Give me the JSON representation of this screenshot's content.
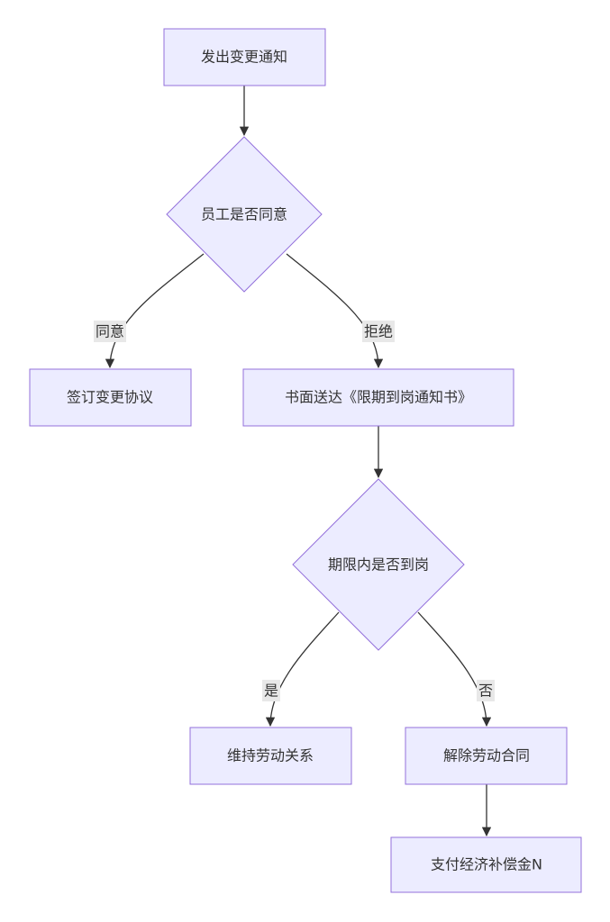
{
  "nodes": {
    "send_notice": "发出变更通知",
    "employee_agree": "员工是否同意",
    "sign_agreement": "签订变更协议",
    "deliver_notice": "书面送达《限期到岗通知书》",
    "report_in_time": "期限内是否到岗",
    "maintain_relation": "维持劳动关系",
    "terminate_contract": "解除劳动合同",
    "pay_compensation": "支付经济补偿金N"
  },
  "edges": {
    "agree": "同意",
    "refuse": "拒绝",
    "yes": "是",
    "no": "否"
  },
  "colors": {
    "node_fill": "#ECECFF",
    "node_stroke": "#9370DB",
    "edge": "#333333",
    "label_bg": "#e8e8e8"
  }
}
